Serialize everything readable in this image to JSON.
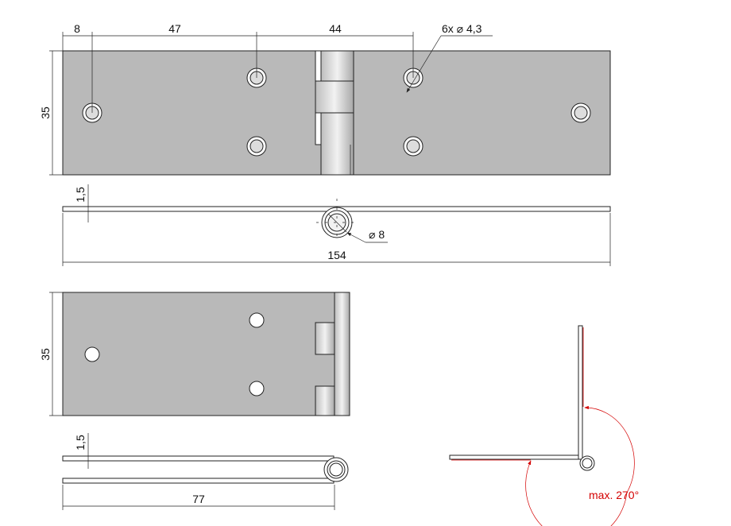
{
  "top_view": {
    "dim_a": "8",
    "dim_b": "47",
    "dim_c": "44",
    "hole_callout": "6x ⌀ 4,3",
    "height": "35"
  },
  "side_view": {
    "thickness": "1,5",
    "pin_diameter": "⌀ 8",
    "length": "154"
  },
  "half_view": {
    "height": "35"
  },
  "half_side_view": {
    "thickness": "1,5",
    "length": "77"
  },
  "angle_view": {
    "label": "max. 270°",
    "accent_color": "#d40000"
  }
}
